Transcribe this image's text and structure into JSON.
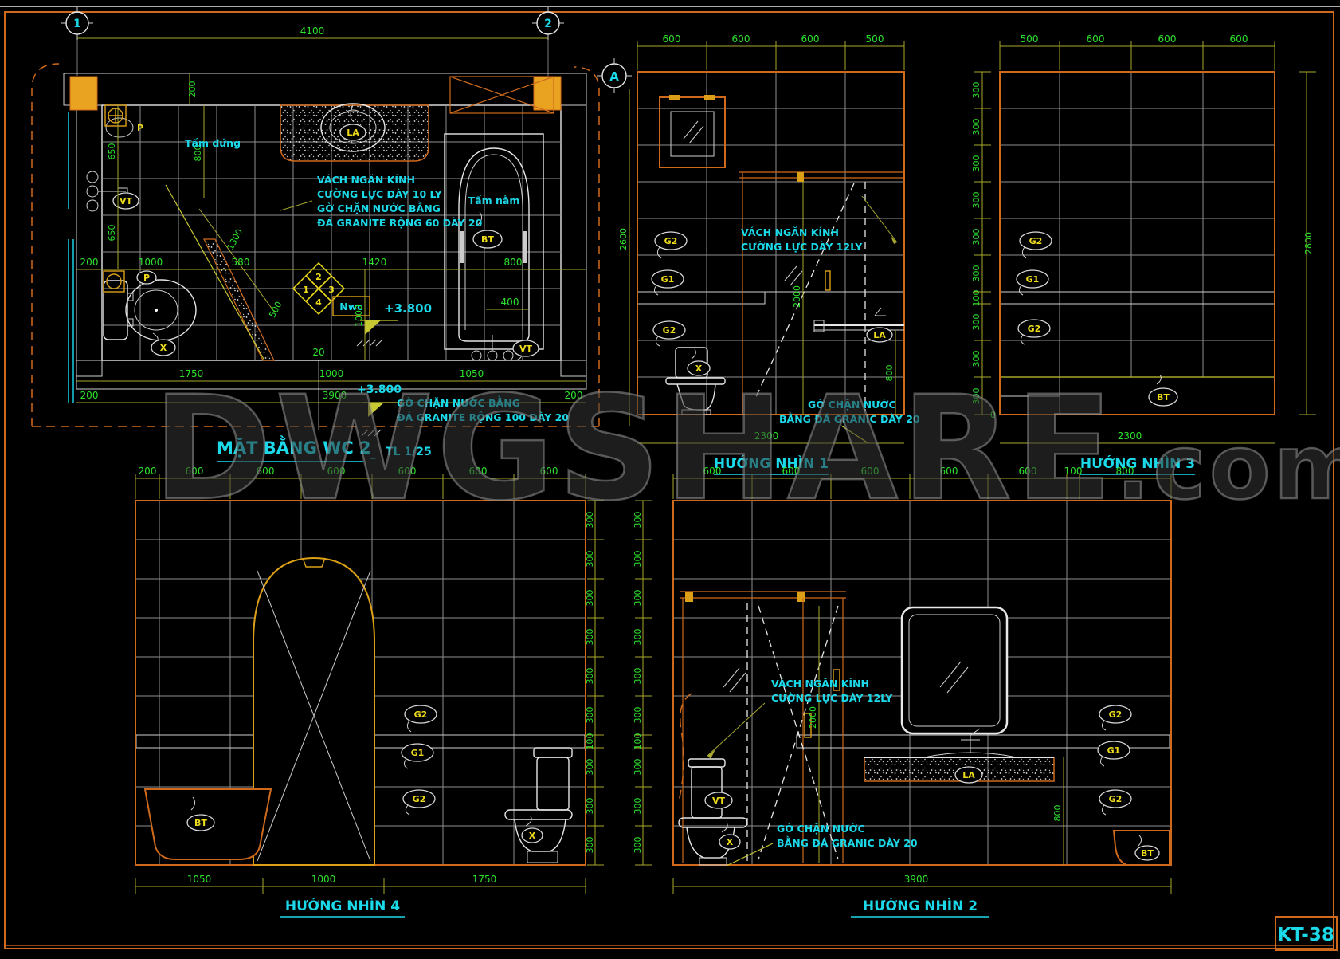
{
  "sheet": {
    "code": "KT-38"
  },
  "watermark": {
    "main": "DWGSHARE",
    "suffix": ".com"
  },
  "chain300": {
    "values": [
      "300",
      "300",
      "300",
      "300",
      "300",
      "300",
      "100",
      "300",
      "300",
      "300"
    ],
    "zero": "0"
  },
  "plan": {
    "title": "MẶT BẰNG WC 2",
    "title_sep": "_",
    "title_scale": "TL 1/25",
    "bubble_1": "1",
    "bubble_2": "2",
    "bubble_a": "A",
    "dim_total": "4100",
    "dim_wall": "200",
    "dim_650a": "650",
    "dim_650b": "650",
    "dim_800v": "800",
    "dim_1300": "1300",
    "dim_500": "500",
    "chain_mid": [
      "200",
      "1000",
      "580",
      "1420",
      "800"
    ],
    "dim_1000v": "1000",
    "dim_400": "400",
    "dim_20": "20",
    "chain_bottom": [
      "1750",
      "1000",
      "1050"
    ],
    "dim_200_l": "200",
    "dim_3900": "3900",
    "dim_200_r": "200",
    "nwc": "Nwc",
    "level_a": "+3.800",
    "level_b": "+3.800",
    "label_tam_dung": "Tấm đứng",
    "label_tam_nam": "Tấm nằm",
    "note_glass": [
      "VÁCH NGĂN KÍNH",
      "CƯỜNG LỰC DÀY 10 LY",
      "GỜ CHẶN NƯỚC BẰNG",
      "ĐÁ GRANITE RỘNG 60 DÀY 20"
    ],
    "note_granite": [
      "GỜ CHẶN NƯỚC BẰNG",
      "ĐÁ GRANITE RỘNG 100 DÀY 20"
    ],
    "tag_p1": "P",
    "tag_p2": "P",
    "tag_vt1": "VT",
    "tag_vt2": "VT",
    "tag_x": "X",
    "tag_la": "LA",
    "tag_bt": "BT",
    "compass": [
      "2",
      "1",
      "3",
      "4"
    ]
  },
  "view1": {
    "title": "HƯỚNG NHÌN 1",
    "dims_top": [
      "600",
      "600",
      "600",
      "500"
    ],
    "dim_left": "2600",
    "dim_bottom": "2300",
    "dim_2000": "2000",
    "dim_800": "800",
    "note_glass": [
      "VÁCH NGĂN KÍNH",
      "CƯỜNG LỰC DÀY 12LY"
    ],
    "note_granite": [
      "GỜ CHẶN NƯỚC",
      "BẰNG ĐÁ GRANIC DÀY 20"
    ],
    "tag_g2a": "G2",
    "tag_g1": "G1",
    "tag_g2b": "G2",
    "tag_x": "X",
    "tag_la": "LA"
  },
  "view3": {
    "title": "HƯỚNG NHÌN 3",
    "dims_top": [
      "500",
      "600",
      "600",
      "600"
    ],
    "dim_right": "2800",
    "dim_bottom": "2300",
    "tag_g2a": "G2",
    "tag_g1": "G1",
    "tag_g2b": "G2",
    "tag_bt": "BT"
  },
  "view4": {
    "title": "HƯỚNG NHÌN 4",
    "dims_top": [
      "200",
      "600",
      "600",
      "600",
      "600",
      "600",
      "600"
    ],
    "dims_bottom": [
      "1050",
      "1000",
      "1750"
    ],
    "tag_g2a": "G2",
    "tag_g1": "G1",
    "tag_g2b": "G2",
    "tag_bt": "BT",
    "tag_x": "X"
  },
  "view2": {
    "title": "HƯỚNG NHÌN 2",
    "dims_top": [
      "600",
      "600",
      "600",
      "600",
      "600",
      "100",
      "800"
    ],
    "dim_bottom": "3900",
    "dim_2000": "2000",
    "dim_800": "800",
    "note_glass": [
      "VÁCH NGĂN KÍNH",
      "CƯỜNG LỰC DÀY 12LY"
    ],
    "note_granite": [
      "GỜ CHẶN NƯỚC",
      "BẰNG ĐÁ GRANIC DÀY 20"
    ],
    "tag_vt": "VT",
    "tag_x": "X",
    "tag_la": "LA",
    "tag_g2a": "G2",
    "tag_g1": "G1",
    "tag_g2b": "G2",
    "tag_bt": "BT"
  }
}
